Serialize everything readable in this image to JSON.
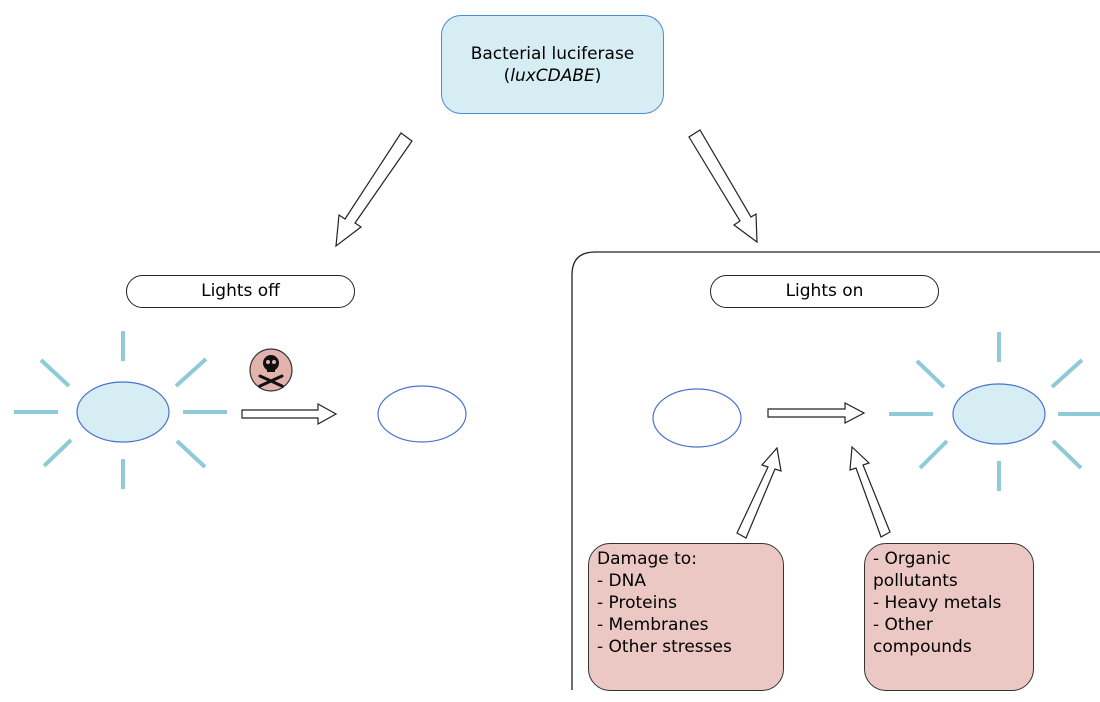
{
  "top_box": {
    "line1": "Bacterial luciferase",
    "paren_open": "(",
    "gene": "luxCDABE",
    "paren_close": ")"
  },
  "labels": {
    "lights_off": "Lights off",
    "lights_on": "Lights on"
  },
  "toxic_icon": "skull-and-crossbones",
  "damage_box": {
    "lines": [
      "Damage to:",
      "- DNA",
      "- Proteins",
      "- Membranes",
      "- Other stresses"
    ]
  },
  "compounds_box": {
    "lines": [
      "- Organic",
      "pollutants",
      "- Heavy metals",
      "- Other",
      "compounds"
    ]
  },
  "colors": {
    "cell_fill": "#d6edf3",
    "cell_stroke": "#4a72d0",
    "ray": "#8fcad9",
    "pink": "#ecc8c4",
    "toxic_bg": "#e2b3ad"
  }
}
